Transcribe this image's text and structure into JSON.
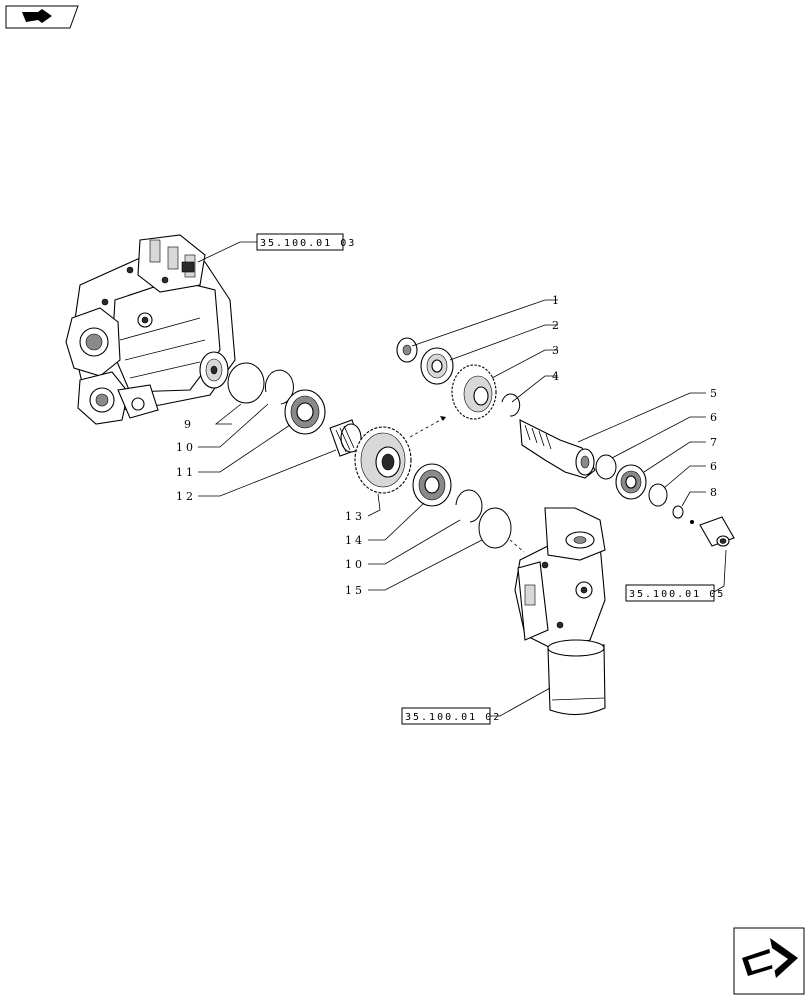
{
  "references": {
    "top_left": "35.100.01 03",
    "right": "35.100.01 05",
    "bottom": "35.100.01 02"
  },
  "callouts": {
    "c1": "1",
    "c2": "2",
    "c3": "3",
    "c4": "4",
    "c5": "5",
    "c6a": "6",
    "c7": "7",
    "c6b": "6",
    "c8": "8",
    "c9": "9",
    "c10a": "10",
    "c11": "11",
    "c12": "12",
    "c13": "13",
    "c14": "14",
    "c10b": "10",
    "c15": "15"
  },
  "icons": {
    "top_badge": "flip-arrow-icon",
    "bottom_nav": "next-page-arrow-icon"
  }
}
